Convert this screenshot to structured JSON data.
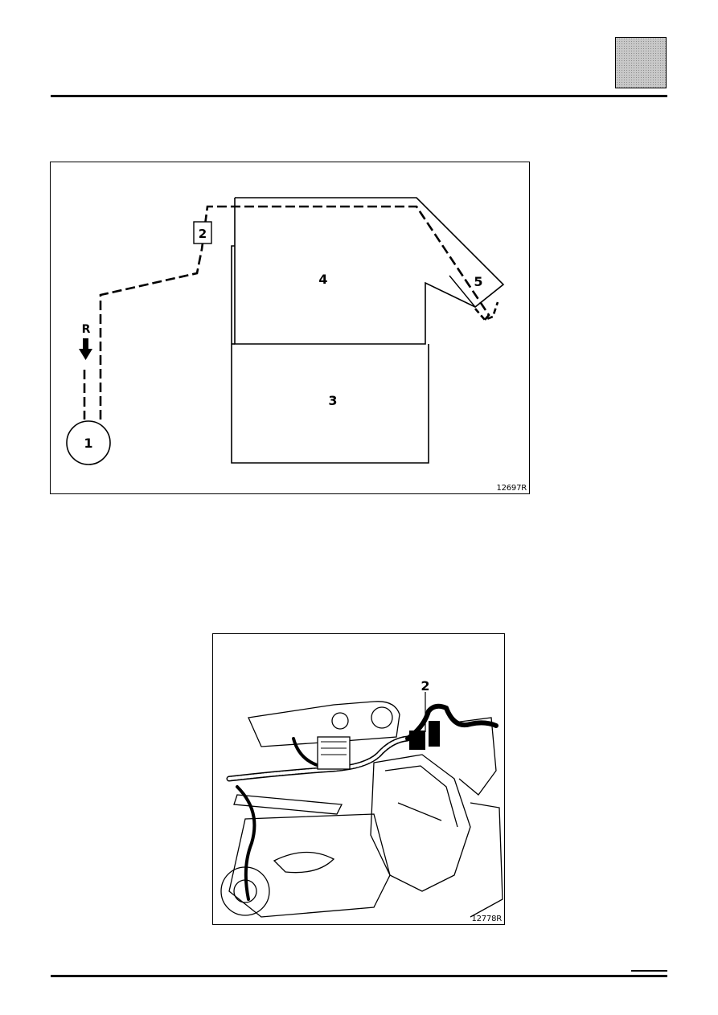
{
  "figure_1": {
    "reference": "12697R",
    "labels": {
      "l1": "1",
      "l2": "2",
      "l3": "3",
      "l4": "4",
      "l5": "5",
      "lR": "R"
    }
  },
  "figure_2": {
    "reference": "12778R",
    "labels": {
      "l2": "2"
    }
  },
  "icons": [
    "section-tab-marker",
    "arrow-down-icon"
  ]
}
